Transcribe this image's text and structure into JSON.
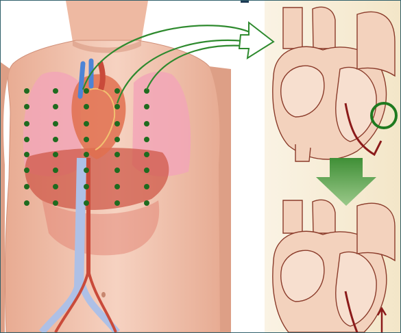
{
  "figure": {
    "palette": {
      "skin": "#f3c7b1",
      "skin_shadow": "#d99a82",
      "lung": "#f2a6b7",
      "liver": "#cf5a4a",
      "aorta": "#c94a3a",
      "vein": "#8fa6d8",
      "dot": "#1f6b1f",
      "arrow_outline": "#2e8a2e",
      "arrow_fill": "#5caa4a",
      "panel_bg": "#f6eed8",
      "heart_line": "#8a3b2a",
      "heart_fill": "#f3d2bd",
      "wire": "#8b1a1a"
    },
    "icons": [
      "torso-anatomy",
      "lead-dot-grid",
      "curved-arrow",
      "heart-cross-section",
      "down-arrow",
      "highlight-circle"
    ]
  }
}
